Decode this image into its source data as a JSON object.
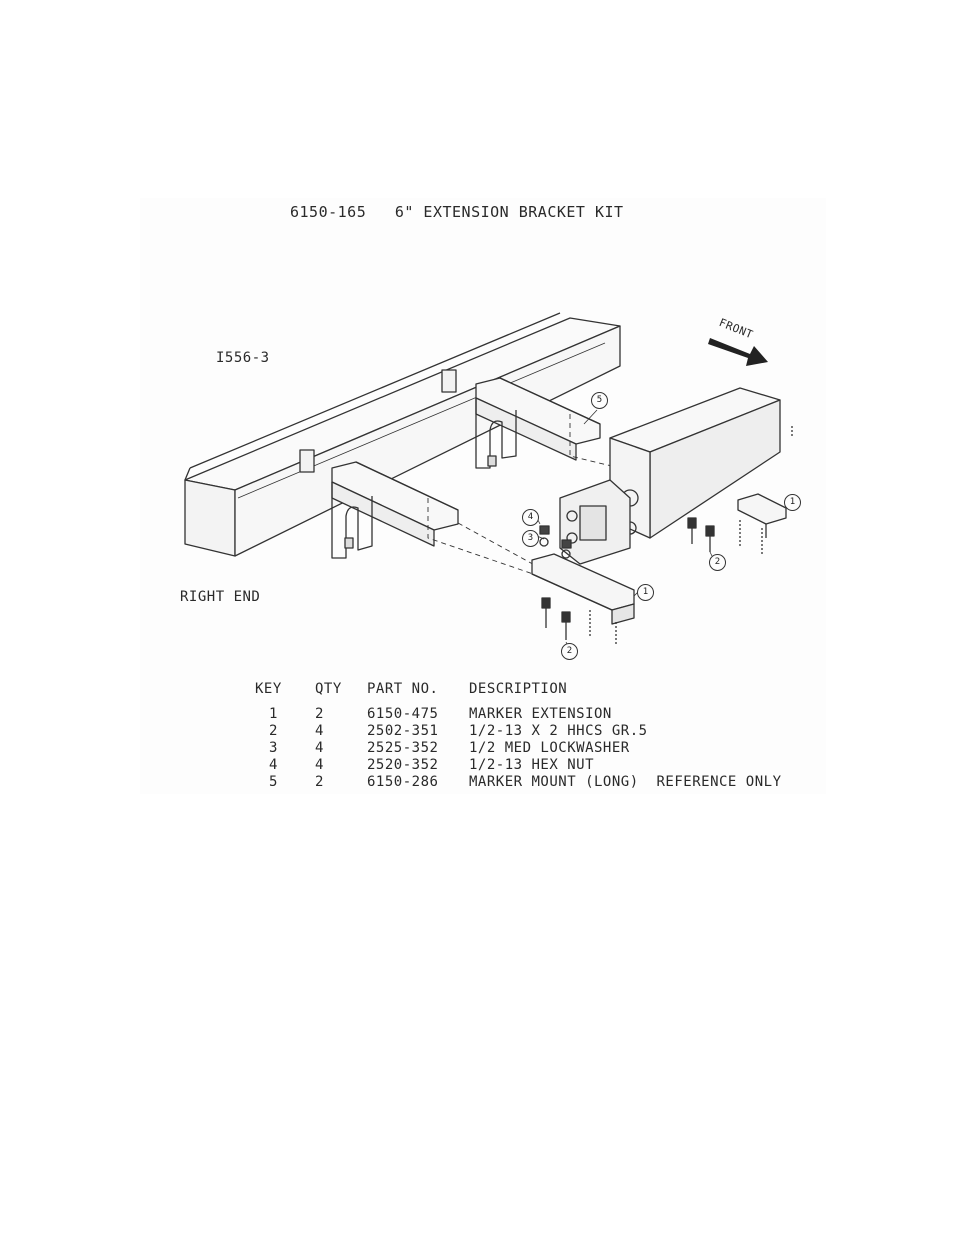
{
  "title": "6150-165   6\" EXTENSION BRACKET KIT",
  "drawing_number": "I556-3",
  "end_label": "RIGHT END",
  "direction_label": "FRONT",
  "callouts": [
    "5",
    "4",
    "3",
    "1",
    "2",
    "1",
    "2"
  ],
  "table": {
    "headers": [
      "KEY",
      "QTY",
      "PART NO.",
      "DESCRIPTION"
    ],
    "rows": [
      {
        "key": "1",
        "qty": "2",
        "part": "6150-475",
        "desc": "MARKER EXTENSION"
      },
      {
        "key": "2",
        "qty": "4",
        "part": "2502-351",
        "desc": "1/2-13 X 2 HHCS GR.5"
      },
      {
        "key": "3",
        "qty": "4",
        "part": "2525-352",
        "desc": "1/2 MED LOCKWASHER"
      },
      {
        "key": "4",
        "qty": "4",
        "part": "2520-352",
        "desc": "1/2-13 HEX NUT"
      },
      {
        "key": "5",
        "qty": "2",
        "part": "6150-286",
        "desc": "MARKER MOUNT (LONG)  REFERENCE ONLY"
      }
    ]
  }
}
